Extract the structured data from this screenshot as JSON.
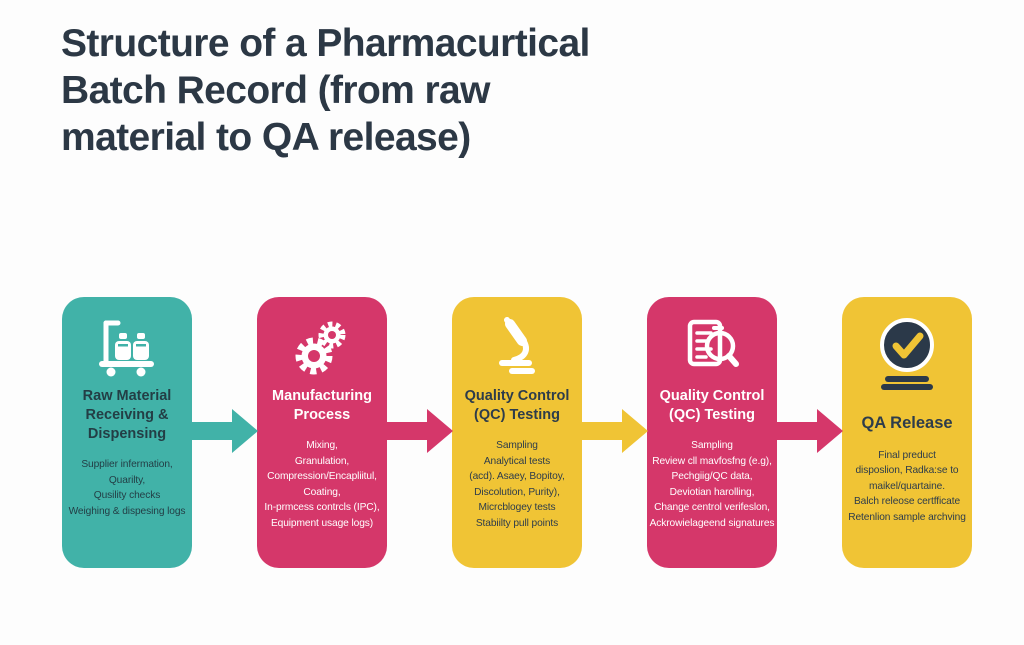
{
  "header": {
    "title": "Structure of a Pharmacurtical\nBatch Record (from raw\nmaterial to QA release)"
  },
  "colors": {
    "background": "#fdfdfd",
    "heading_text": "#2c3845",
    "teal": "#41b2a8",
    "pink": "#d5376a",
    "yellow": "#f0c435"
  },
  "flow": {
    "cards": [
      {
        "icon": "hand-truck-icon",
        "color": "#41b2a8",
        "text_color": "#233e45",
        "title": "Raw Material\nReceiving &\nDispensing",
        "body": "Supplier infermation,\nQuarilty,\nQusility checks\nWeighing & dispesing logs"
      },
      {
        "icon": "gears-icon",
        "color": "#d5376a",
        "text_color": "#ffffff",
        "title": "Manufacturing\nProcess",
        "body": "Mixing,\nGranulation,\nCompression/Encapliitul,\nCoating,\nIn-prmcess contrcls (IPC),\nEquipment usage logs)"
      },
      {
        "icon": "microscope-icon",
        "color": "#f0c435",
        "text_color": "#2d3c4b",
        "title": "Quality Control\n(QC) Testing",
        "body": "Sampling\nAnalytical tests\n(acd). Asaey, Bopitoy,\nDiscolution, Purity),\nMicrcblogey tests\nStabiilty pull points"
      },
      {
        "icon": "document-magnifier-icon",
        "color": "#d5376a",
        "text_color": "#ffffff",
        "title": "Quality Control\n(QC) Testing",
        "body": "Sampling\nReview cll mavfosfng (e.g),\nPechgiig/QC data,\nDeviotian harolling,\nChange centrol verifeslon,\nAckrowielageend signatures"
      },
      {
        "icon": "check-badge-icon",
        "color": "#f0c435",
        "text_color": "#2d3c4b",
        "title": "QA Release",
        "body": "Final preduct\ndisposlion, Radka:se to\nmaikel/quartaine.\nBalch releose certfficate\nRetenlion sample archving"
      }
    ],
    "arrows": [
      {
        "color": "#41b2a8"
      },
      {
        "color": "#d5376a"
      },
      {
        "color": "#f0c435"
      },
      {
        "color": "#d5376a"
      }
    ]
  }
}
